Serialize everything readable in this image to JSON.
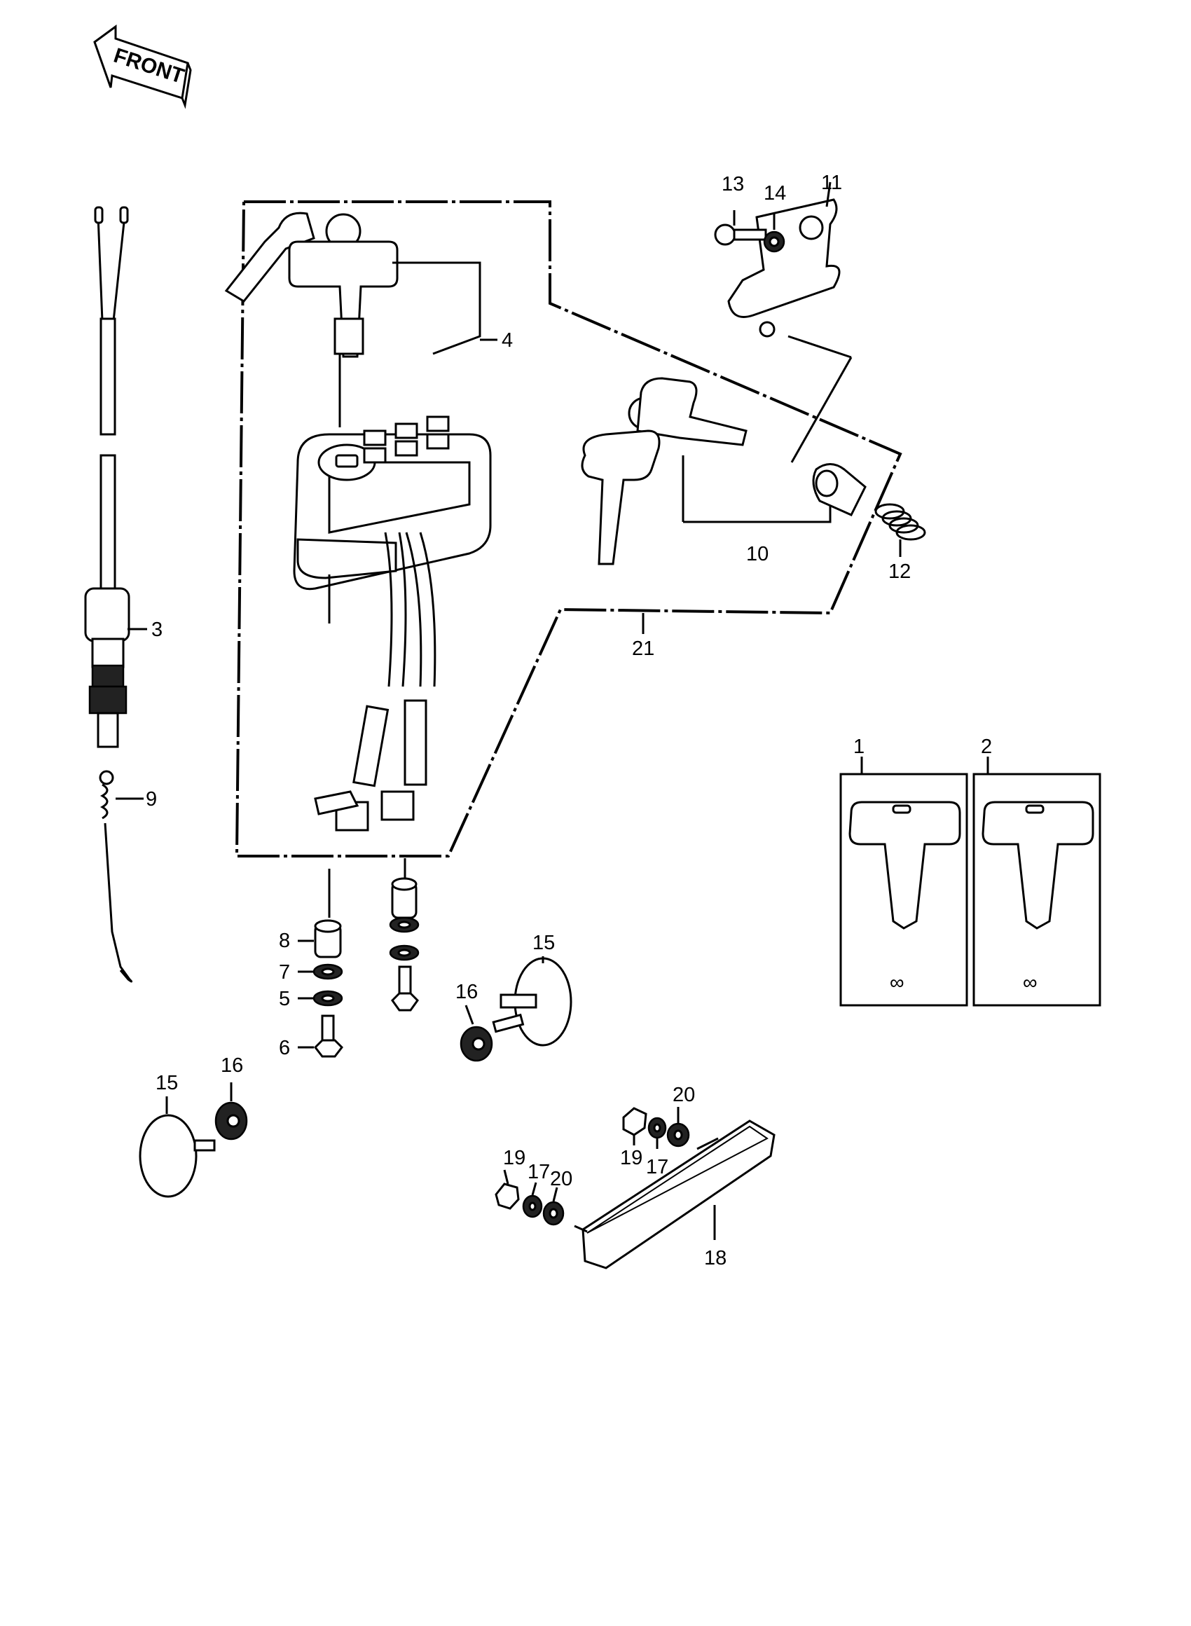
{
  "front_arrow": {
    "label": "FRONT"
  },
  "callouts": {
    "n1": "1",
    "n2": "2",
    "n3": "3",
    "n4": "4",
    "n5": "5",
    "n6": "6",
    "n7": "7",
    "n8": "8",
    "n9": "9",
    "n10": "10",
    "n11": "11",
    "n12": "12",
    "n13": "13",
    "n14": "14",
    "n15a": "15",
    "n15b": "15",
    "n16a": "16",
    "n16b": "16",
    "n17a": "17",
    "n17b": "17",
    "n18": "18",
    "n19a": "19",
    "n19b": "19",
    "n20a": "20",
    "n20b": "20",
    "n21": "21"
  },
  "key_blank_marks": {
    "key1": "∞",
    "key2": "∞"
  }
}
